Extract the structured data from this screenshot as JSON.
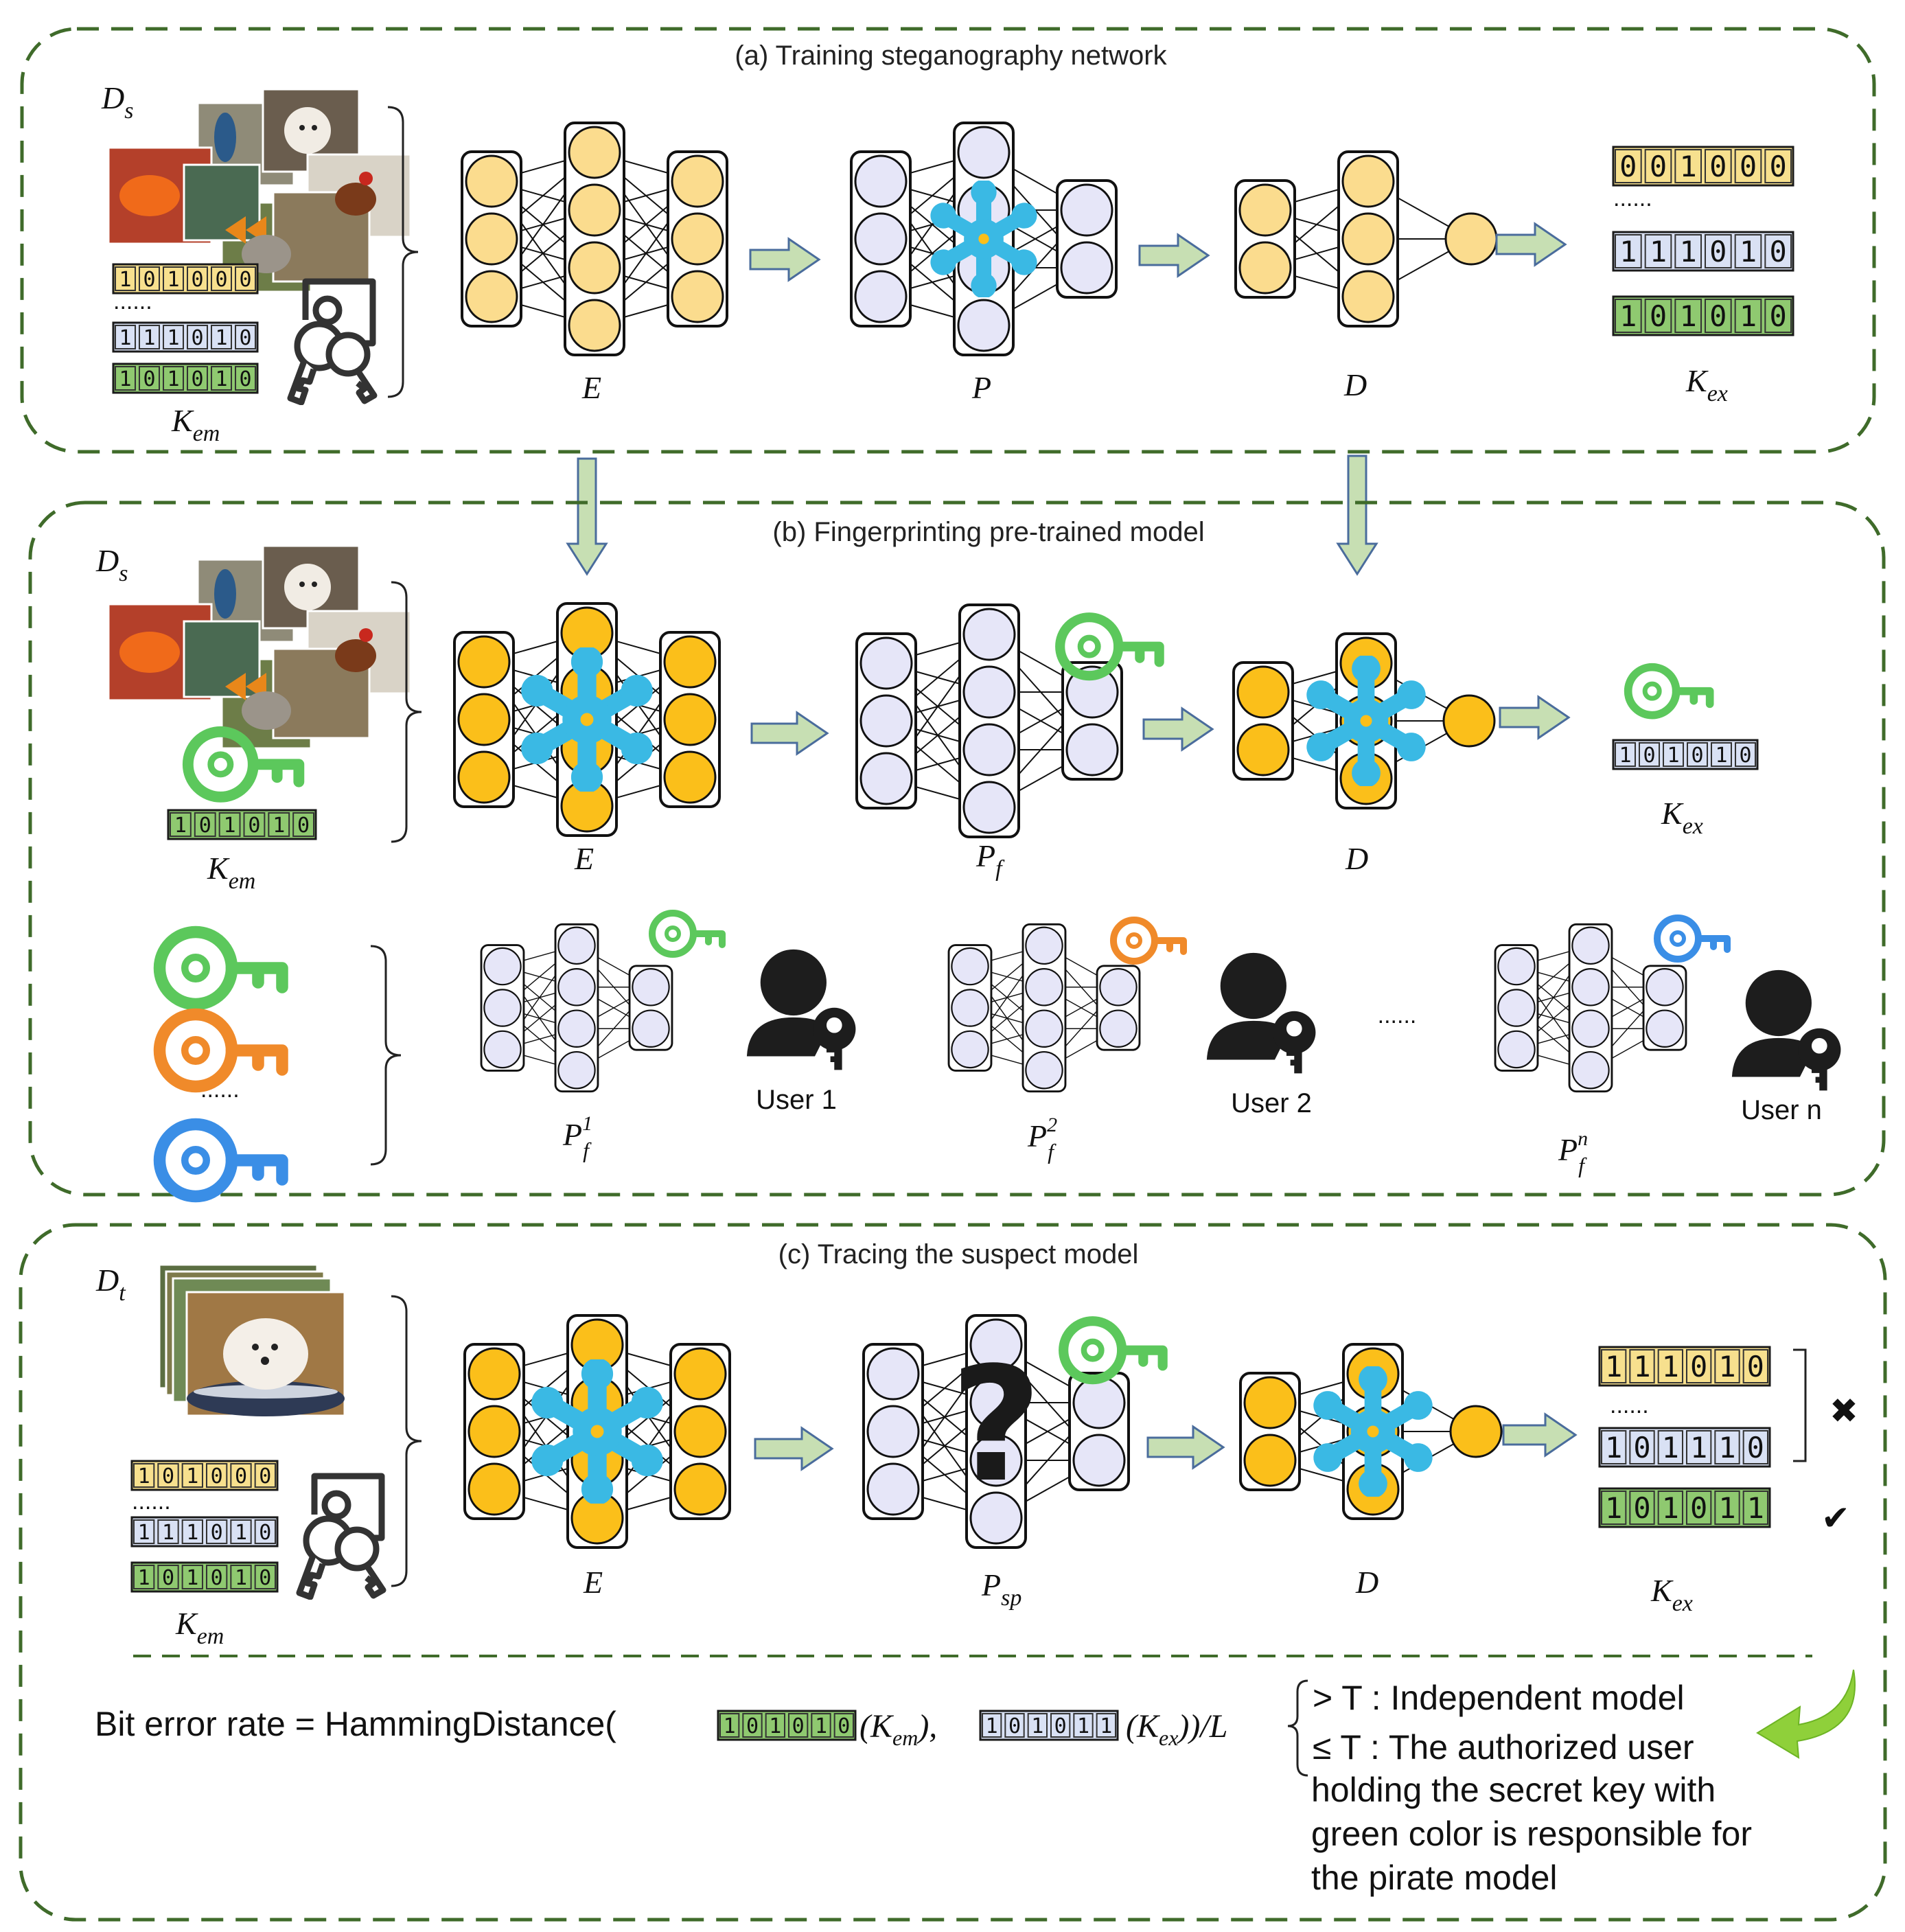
{
  "panels": {
    "a": {
      "title": "(a) Training steganography network",
      "dataset": {
        "sym": "D",
        "sub": "s"
      },
      "keys_in": [
        "101000",
        "111010",
        "101010"
      ],
      "kem": {
        "sym": "K",
        "sub": "em"
      },
      "labels": [
        "E",
        "P",
        "D"
      ],
      "keys_out": [
        "001000",
        "111010",
        "101010"
      ],
      "kex": {
        "sym": "K",
        "sub": "ex"
      },
      "ellipsis": "......"
    },
    "b": {
      "title": "(b) Fingerprinting  pre-trained model",
      "dataset": {
        "sym": "D",
        "sub": "s"
      },
      "key_in": "101010",
      "kem": {
        "sym": "K",
        "sub": "em"
      },
      "labels": [
        "E",
        "D"
      ],
      "pf": {
        "sym": "P",
        "sub": "f"
      },
      "key_out": "101010",
      "kex": {
        "sym": "K",
        "sub": "ex"
      },
      "users": [
        {
          "name": "User 1",
          "sup": "1",
          "key_color": "#5cc85c"
        },
        {
          "name": "User 2",
          "sup": "2",
          "key_color": "#f08a2a"
        },
        {
          "name": "User n",
          "sup": "n",
          "key_color": "#3a8ee6"
        }
      ],
      "ellipsis": "......"
    },
    "c": {
      "title": "(c) Tracing the suspect model",
      "dataset": {
        "sym": "D",
        "sub": "t"
      },
      "keys_in": [
        "101000",
        "111010",
        "101010"
      ],
      "kem": {
        "sym": "K",
        "sub": "em"
      },
      "labels": [
        "E",
        "D"
      ],
      "psp": {
        "sym": "P",
        "sub": "sp"
      },
      "keys_out": [
        "111010",
        "101110",
        "101011"
      ],
      "kex": {
        "sym": "K",
        "sub": "ex"
      },
      "ellipsis": "......",
      "marks": {
        "wrong": "✖",
        "right": "✔"
      },
      "equation": {
        "lhs": "Bit error rate = HammingDistance(",
        "bits1": "101010",
        "arg1": "(K",
        "arg1_sub": "em",
        "arg1_end": "),",
        "bits2": "101011",
        "arg2": "(K",
        "arg2_sub": "ex",
        "arg2_end": "))/L"
      },
      "case_gt": "> T : Independent model",
      "case_le": "≤ T : The authorized user",
      "case_le_more": [
        "holding the secret key with",
        "green color is responsible for",
        "the pirate model"
      ]
    }
  },
  "colors": {
    "yellow_light": "#fbdc8e",
    "yellow_dark": "#fbbf1a",
    "lavender": "#e6e6f8",
    "frozen": "#3ab9e4",
    "green_key": "#5cc85c",
    "orange_key": "#f08a2a",
    "blue_key": "#3a8ee6",
    "bit_yellow": "#f7e08e",
    "bit_blue": "#d9e1f4",
    "bit_green": "#8fc970",
    "arrow_fill": "#c7dfb3",
    "arrow_stroke": "#4a6c9c",
    "panel_border": "#3f6b2a",
    "cross": "#e42a2a",
    "check": "#2fb34f"
  }
}
